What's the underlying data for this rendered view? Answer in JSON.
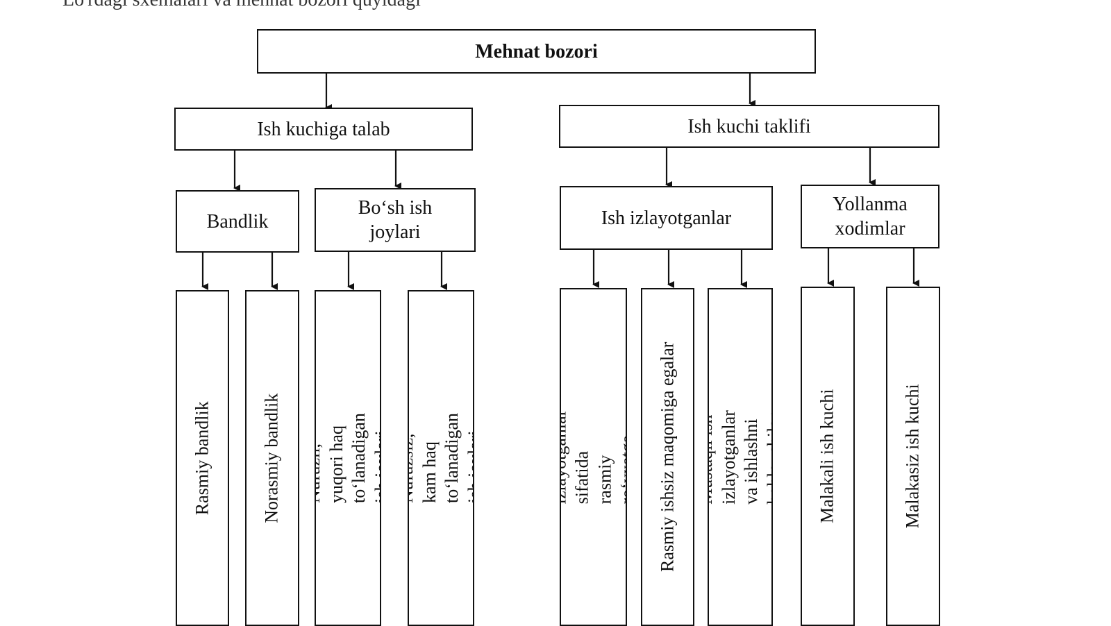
{
  "header_fragment": "Lo'rdagi sxemalari va mehnat bozori quyidagi",
  "diagram": {
    "root": "Mehnat bozori",
    "demand": {
      "label": "Ish kuchiga talab",
      "bandlik": {
        "label": "Bandlik",
        "children": [
          "Rasmiy bandlik",
          "Norasmiy bandlik"
        ]
      },
      "vacancies": {
        "label": "Bo‘sh ish joylari",
        "children": [
          "Nufuzli, yuqori haq to‘lanadigan ish joylari",
          "Nufuzsiz, kam haq to‘lanadigan ish joylari"
        ]
      }
    },
    "supply": {
      "label": "Ish kuchi taklifi",
      "seekers": {
        "label": "Ish izlayotganlar",
        "children": [
          "Ish izlayotganlar sifatida rasmiy ro‘yxatga olinganlar",
          "Rasmiy ishsiz maqomiga egalar",
          "Mustaqil ish izlayotganlar va ishlashni hohlovchilar"
        ]
      },
      "hired": {
        "label": "Yollanma xodimlar",
        "children": [
          "Malakali ish kuchi",
          "Malakasiz ish kuchi"
        ]
      }
    }
  }
}
